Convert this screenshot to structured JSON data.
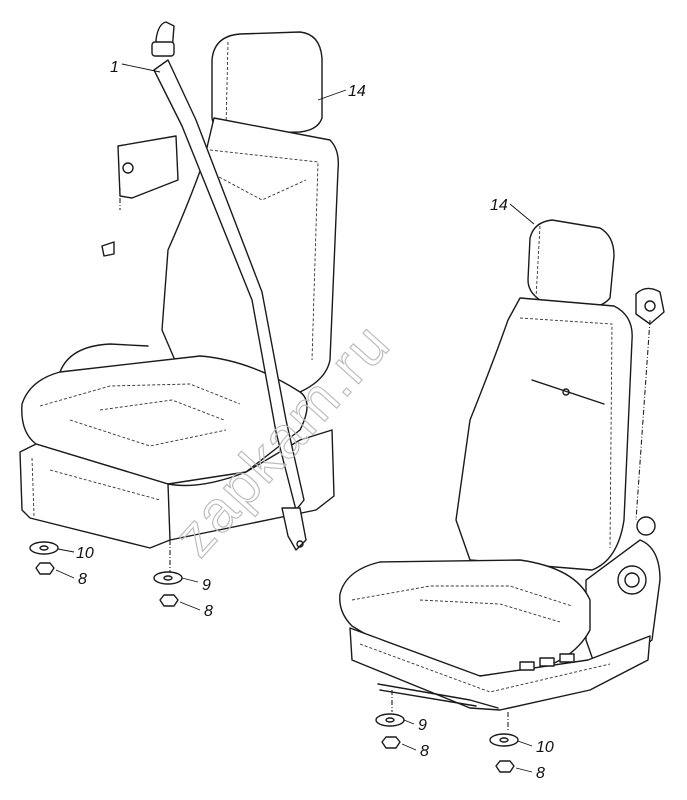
{
  "watermark": "zapkam.ru",
  "callouts": {
    "c1": "1",
    "c14_left": "14",
    "c14_right": "14",
    "c10_left": "10",
    "c8_left_a": "8",
    "c9_left": "9",
    "c8_left_b": "8",
    "c9_right": "9",
    "c8_right_a": "8",
    "c10_right": "10",
    "c8_right_b": "8"
  }
}
